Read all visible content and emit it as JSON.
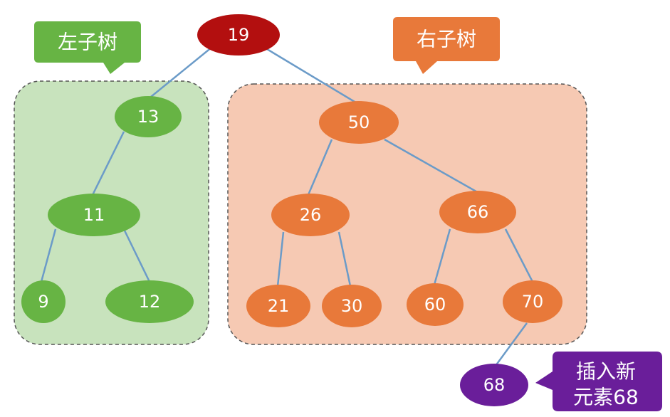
{
  "callouts": {
    "left": {
      "label": "左子树"
    },
    "right": {
      "label": "右子树"
    },
    "insert": {
      "line1": "插入新",
      "line2": "元素68"
    }
  },
  "colors": {
    "root": "#b30f0f",
    "left": "#67b444",
    "right": "#e8793a",
    "new": "#6a1e9a",
    "left_region": "#c8e3bd",
    "right_region": "#f6c9b3",
    "edge": "#6b9bc8"
  },
  "nodes": {
    "n19": "19",
    "n13": "13",
    "n11": "11",
    "n9": "9",
    "n12": "12",
    "n50": "50",
    "n26": "26",
    "n66": "66",
    "n21": "21",
    "n30": "30",
    "n60": "60",
    "n70": "70",
    "n68": "68"
  }
}
